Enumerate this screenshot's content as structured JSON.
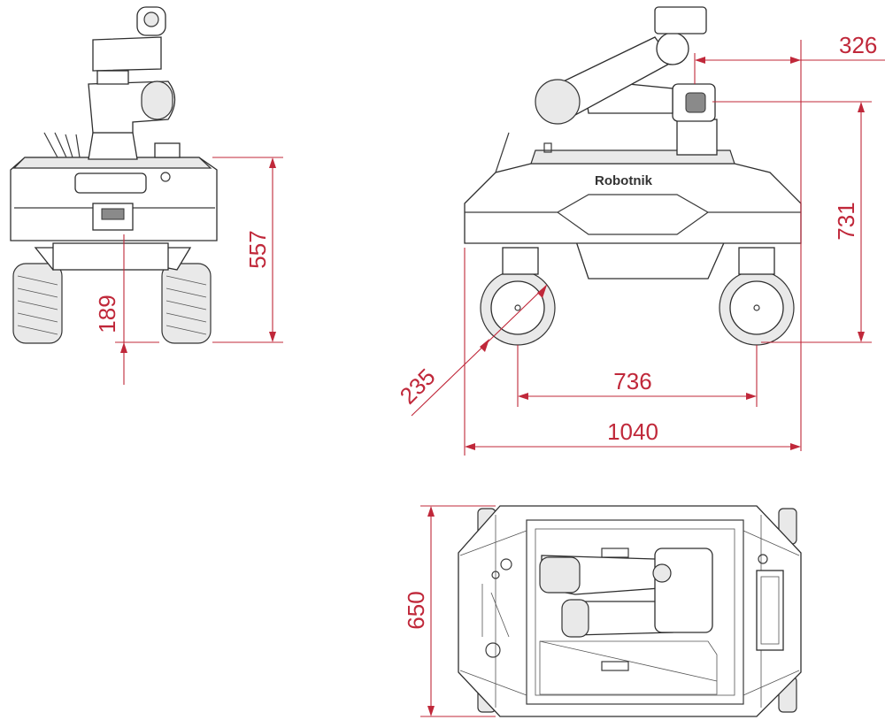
{
  "brand": {
    "logo_text": "Robotnik"
  },
  "dimensions": {
    "front_height": "557",
    "front_ground_clearance": "189",
    "side_arm_height": "731",
    "side_arm_offset": "326",
    "side_wheel_diameter": "235",
    "side_wheelbase": "736",
    "side_total_length": "1040",
    "top_width": "650"
  },
  "colors": {
    "dimension": "#c0283a",
    "line": "#333333"
  }
}
